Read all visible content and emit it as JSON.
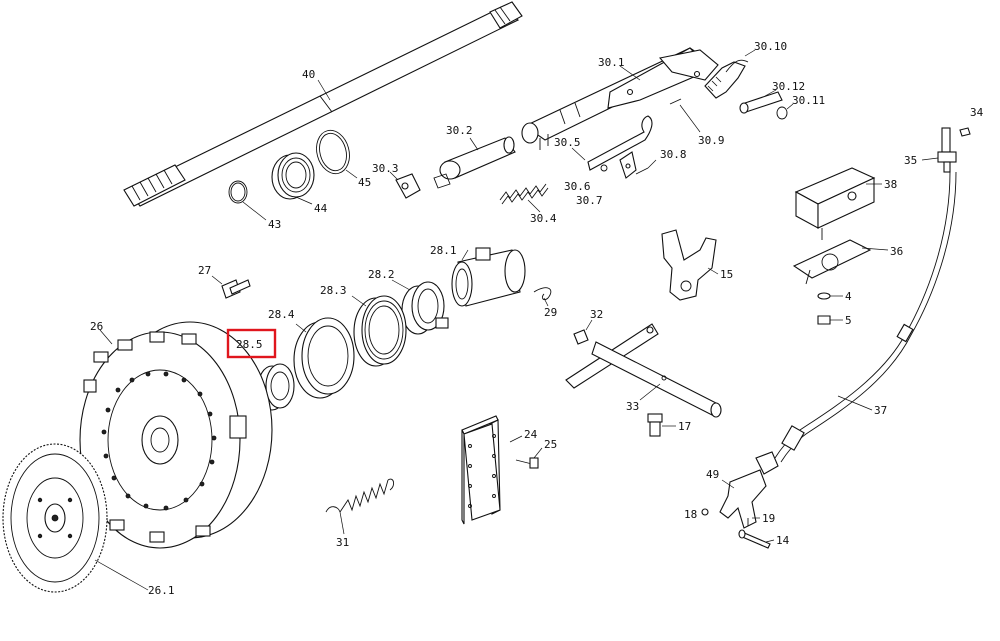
{
  "diagram": {
    "highlight_color": "#e0161d",
    "highlighted_label": "28.5",
    "labels": {
      "l40": "40",
      "l45": "45",
      "l44": "44",
      "l43": "43",
      "l30_1": "30.1",
      "l30_2": "30.2",
      "l30_3": "30.3",
      "l30_4": "30.4",
      "l30_5": "30.5",
      "l30_6": "30.6",
      "l30_7": "30.7",
      "l30_8": "30.8",
      "l30_9": "30.9",
      "l30_10": "30.10",
      "l30_11": "30.11",
      "l30_12": "30.12",
      "l34": "34",
      "l35": "35",
      "l38": "38",
      "l36": "36",
      "l4": "4",
      "l5": "5",
      "l37": "37",
      "l27": "27",
      "l28_1": "28.1",
      "l28_2": "28.2",
      "l28_3": "28.3",
      "l28_4": "28.4",
      "l28_5": "28.5",
      "l29": "29",
      "l26": "26",
      "l26_1": "26.1",
      "l32": "32",
      "l33": "33",
      "l15": "15",
      "l17": "17",
      "l24": "24",
      "l25": "25",
      "l31": "31",
      "l49": "49",
      "l18": "18",
      "l19": "19",
      "l14": "14"
    }
  }
}
